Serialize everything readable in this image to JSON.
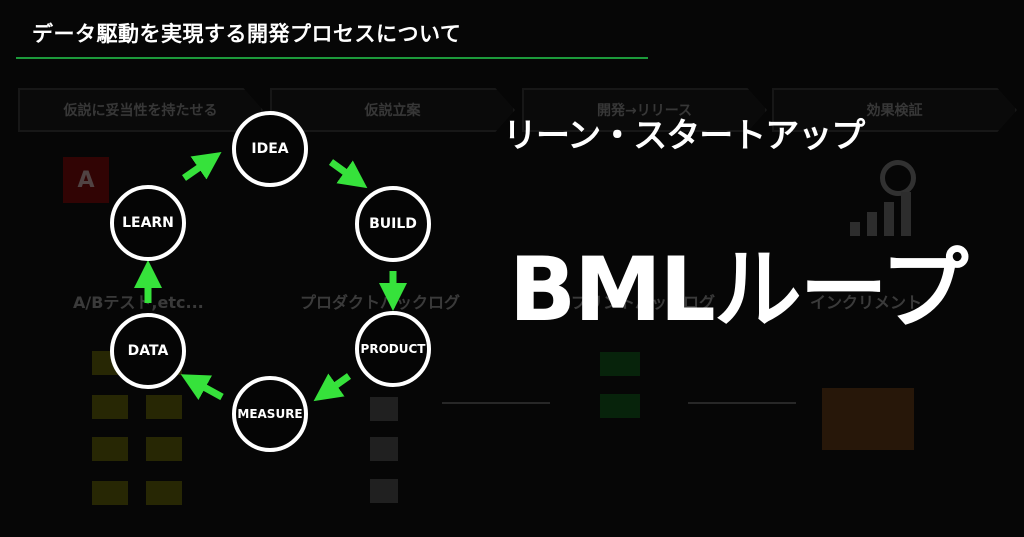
{
  "slide": {
    "title": "データ駆動を実現する開発プロセスについて",
    "heading_small": "リーン・スタートアップ",
    "heading_large": "BMLループ"
  },
  "background_diagram": {
    "steps": [
      "仮説に妥当性を持たせる",
      "仮説立案",
      "開発→リリース",
      "効果検証"
    ],
    "labels": [
      "A/Bテスト,etc...",
      "プロダクトバックログ",
      "スプリントバックログ",
      "インクリメント"
    ],
    "a_label": "A"
  },
  "loop": {
    "nodes": [
      "IDEA",
      "BUILD",
      "PRODUCT",
      "MEASURE",
      "DATA",
      "LEARN"
    ],
    "arrow_color": "#36e23b",
    "node_border_color": "#ffffff"
  },
  "colors": {
    "accent_rule": "#1c9a3b",
    "background": "#060606"
  }
}
